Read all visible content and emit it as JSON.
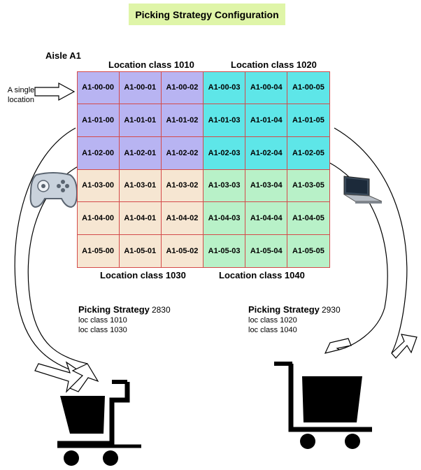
{
  "title": "Picking Strategy Configuration",
  "aisle": "Aisle A1",
  "single_location_label": [
    "A single",
    "location"
  ],
  "class_labels": {
    "c1010": "Location class 1010",
    "c1020": "Location class 1020",
    "c1030": "Location class 1030",
    "c1040": "Location class 1040"
  },
  "rows": [
    [
      "A1-00-00",
      "A1-00-01",
      "A1-00-02",
      "A1-00-03",
      "A1-00-04",
      "A1-00-05"
    ],
    [
      "A1-01-00",
      "A1-01-01",
      "A1-01-02",
      "A1-01-03",
      "A1-01-04",
      "A1-01-05"
    ],
    [
      "A1-02-00",
      "A1-02-01",
      "A1-02-02",
      "A1-02-03",
      "A1-02-04",
      "A1-02-05"
    ],
    [
      "A1-03-00",
      "A1-03-01",
      "A1-03-02",
      "A1-03-03",
      "A1-03-04",
      "A1-03-05"
    ],
    [
      "A1-04-00",
      "A1-04-01",
      "A1-04-02",
      "A1-04-03",
      "A1-04-04",
      "A1-04-05"
    ],
    [
      "A1-05-00",
      "A1-05-01",
      "A1-05-02",
      "A1-05-03",
      "A1-05-04",
      "A1-05-05"
    ]
  ],
  "strategies": [
    {
      "title": "Picking Strategy",
      "number": "2830",
      "lines": [
        "loc class 1010",
        "loc class 1030"
      ]
    },
    {
      "title": "Picking Strategy",
      "number": "2930",
      "lines": [
        "loc class 1020",
        "loc class 1040"
      ]
    }
  ],
  "colors": {
    "class_1010": "#b8b4f2",
    "class_1020": "#5ee6e8",
    "class_1030": "#f6e6d2",
    "class_1040": "#b8f1c8",
    "cell_border": "#d44a4a",
    "title_bg": "#dff5a8"
  },
  "icons": [
    "gamepad-icon",
    "laptop-icon",
    "shopping-cart-icon"
  ]
}
